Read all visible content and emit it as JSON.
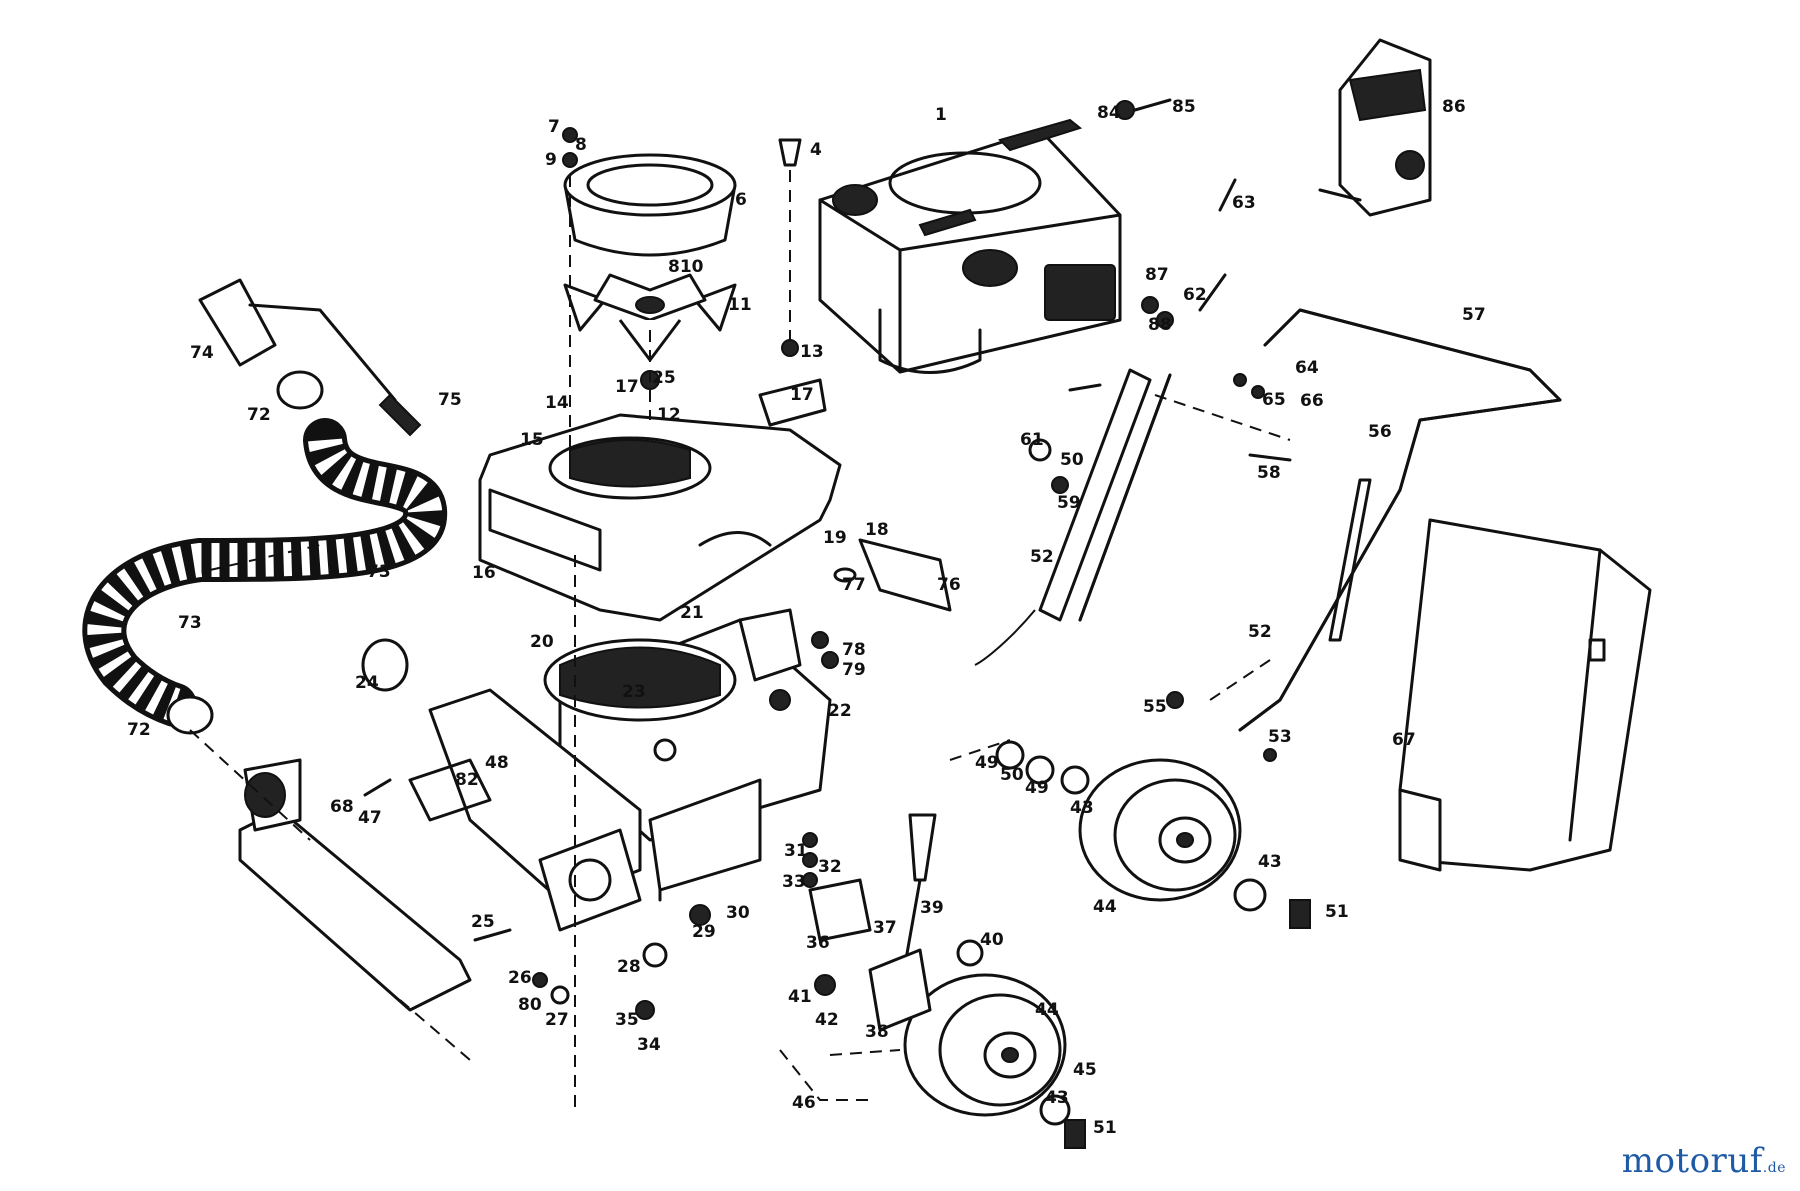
{
  "labels": {
    "p1": "1",
    "p4": "4",
    "p6": "6",
    "p7": "7",
    "p8": "8",
    "p9": "9",
    "p810": "810",
    "p11": "11",
    "p12": "12",
    "p13": "13",
    "p14": "14",
    "p15": "15",
    "p16": "16",
    "p17": "17",
    "p17b": "17",
    "p18": "18",
    "p19": "19",
    "p20": "20",
    "p21": "21",
    "p22": "22",
    "p23": "23",
    "p24": "24",
    "p25": "25",
    "p25b": "25",
    "p26": "26",
    "p27": "27",
    "p28": "28",
    "p29": "29",
    "p30": "30",
    "p31": "31",
    "p32": "32",
    "p33": "33",
    "p34": "34",
    "p35": "35",
    "p36": "36",
    "p37": "37",
    "p38": "38",
    "p39": "39",
    "p40": "40",
    "p41": "41",
    "p42": "42",
    "p43a": "43",
    "p43b": "43",
    "p43c": "43",
    "p44a": "44",
    "p44b": "44",
    "p45": "45",
    "p46": "46",
    "p47": "47",
    "p48": "48",
    "p49a": "49",
    "p49b": "49",
    "p50a": "50",
    "p50b": "50",
    "p51a": "51",
    "p51b": "51",
    "p52a": "52",
    "p52b": "52",
    "p53": "53",
    "p55": "55",
    "p56": "56",
    "p57": "57",
    "p58": "58",
    "p59": "59",
    "p61": "61",
    "p62": "62",
    "p63": "63",
    "p64": "64",
    "p65": "65",
    "p66": "66",
    "p67": "67",
    "p68": "68",
    "p72a": "72",
    "p72b": "72",
    "p73a": "73",
    "p73b": "73",
    "p74": "74",
    "p75": "75",
    "p76": "76",
    "p77": "77",
    "p78": "78",
    "p79": "79",
    "p80": "80",
    "p82": "82",
    "p84": "84",
    "p85": "85",
    "p86": "86",
    "p87": "87",
    "p88": "88"
  },
  "watermark": {
    "brand": "motoruf",
    "tld": ".de",
    "color": "#1f5aa6"
  }
}
